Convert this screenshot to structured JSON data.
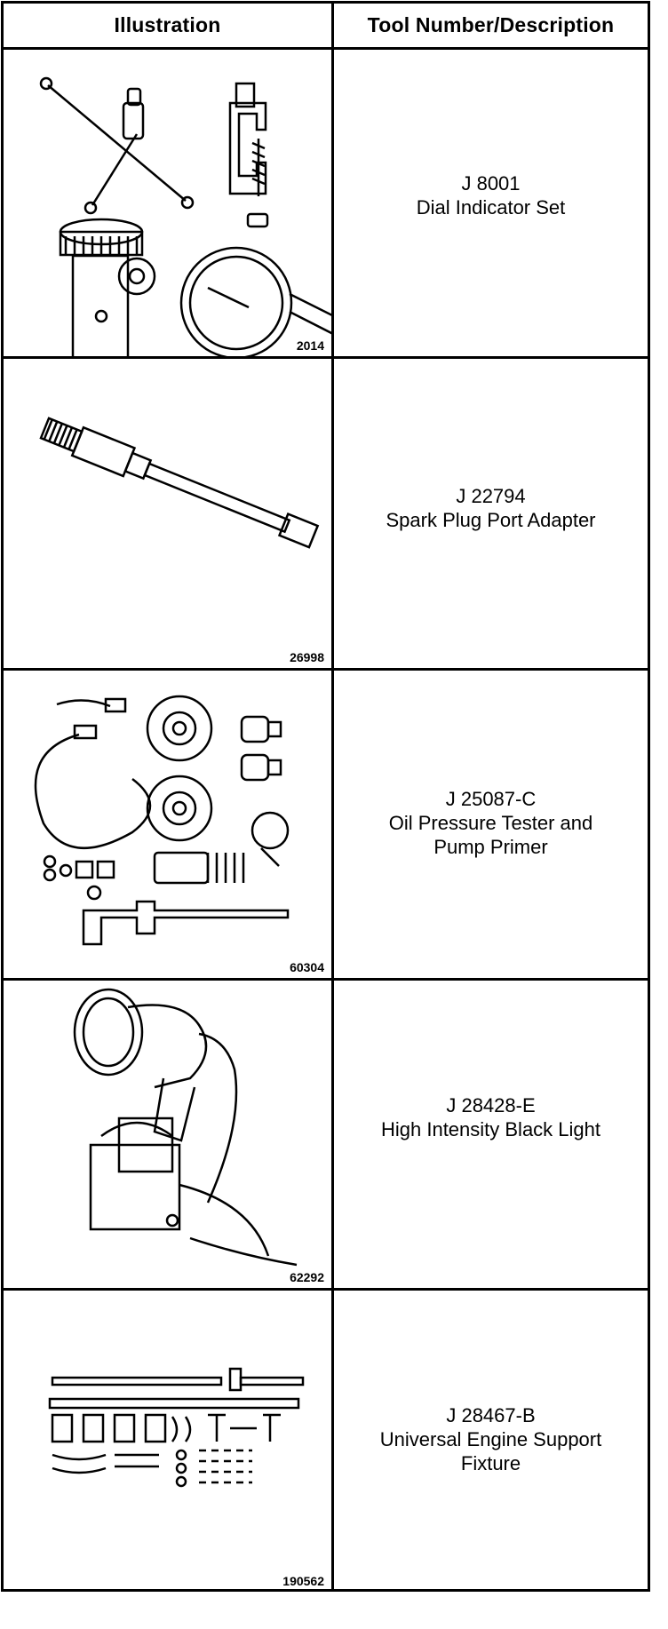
{
  "header": {
    "illustration": "Illustration",
    "tool": "Tool Number/Description"
  },
  "rows": [
    {
      "fig": "2014",
      "number": "J 8001",
      "name": "Dial Indicator Set"
    },
    {
      "fig": "26998",
      "number": "J 22794",
      "name": "Spark Plug Port Adapter"
    },
    {
      "fig": "60304",
      "number": "J 25087-C",
      "name": "Oil Pressure Tester and\nPump Primer"
    },
    {
      "fig": "62292",
      "number": "J 28428-E",
      "name": "High Intensity Black Light"
    },
    {
      "fig": "190562",
      "number": "J 28467-B",
      "name": "Universal Engine Support\nFixture"
    }
  ]
}
